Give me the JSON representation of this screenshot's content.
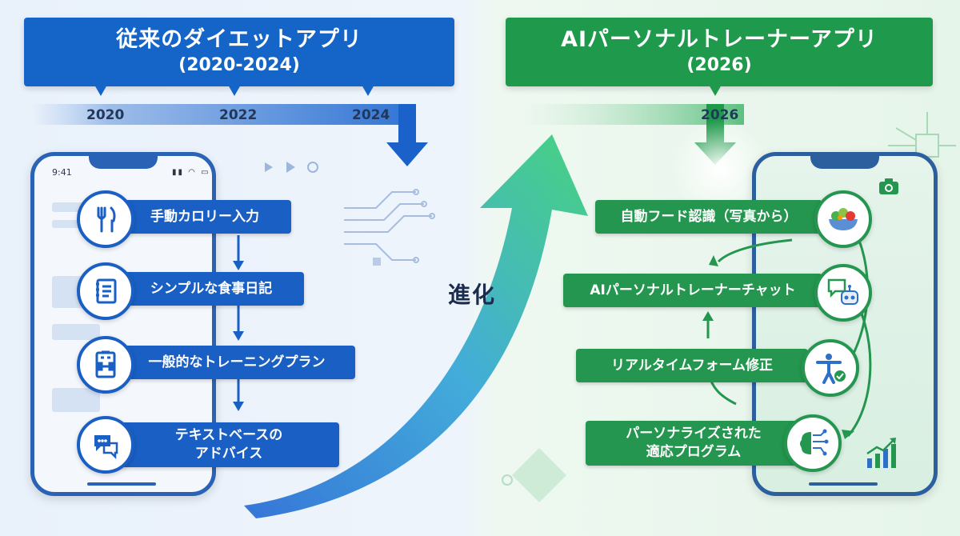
{
  "left": {
    "title": "従来のダイエットアプリ",
    "period": "(2020-2024)",
    "years": [
      "2020",
      "2022",
      "2024"
    ],
    "status_time": "9:41",
    "features": [
      {
        "label": "手動カロリー入力",
        "icon": "fork-knife-icon"
      },
      {
        "label": "シンプルな食事日記",
        "icon": "notebook-icon"
      },
      {
        "label": "一般的なトレーニングプラン",
        "icon": "dumbbell-clipboard-icon"
      },
      {
        "label_line1": "テキストベースの",
        "label_line2": "アドバイス",
        "icon": "chat-bubbles-icon"
      }
    ],
    "color": "#1a5fc4"
  },
  "center": {
    "label": "進化"
  },
  "right": {
    "title": "AIパーソナルトレーナーアプリ",
    "period": "(2026)",
    "year": "2026",
    "features": [
      {
        "label": "自動フード認識（写真から）",
        "icon": "salad-bowl-icon"
      },
      {
        "label": "AIパーソナルトレーナーチャット",
        "icon": "robot-chat-icon"
      },
      {
        "label": "リアルタイムフォーム修正",
        "icon": "body-check-icon"
      },
      {
        "label_line1": "パーソナライズされた",
        "label_line2": "適応プログラム",
        "icon": "ai-brain-icon"
      }
    ],
    "color": "#24964f"
  }
}
